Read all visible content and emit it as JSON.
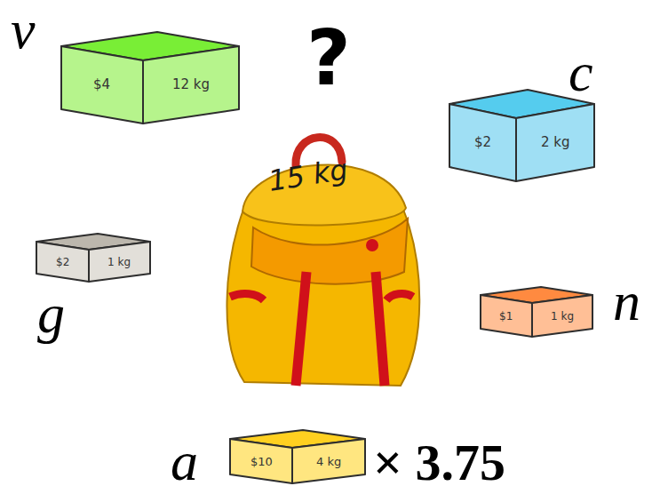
{
  "diagram": {
    "nodes": [
      {
        "text": [
          "$4",
          "12 kg"
        ]
      },
      {
        "text": [
          "$2",
          "2 kg"
        ]
      },
      {
        "text": [
          "$2",
          "1 kg"
        ]
      },
      {
        "text": [
          "15 kg"
        ]
      },
      {
        "text": [
          "$1",
          "1 kg"
        ]
      },
      {
        "text": [
          "$10",
          "4 kg"
        ]
      }
    ],
    "labels": [
      "v",
      "?",
      "c",
      "g",
      "n",
      "a",
      "× 3.75"
    ]
  }
}
